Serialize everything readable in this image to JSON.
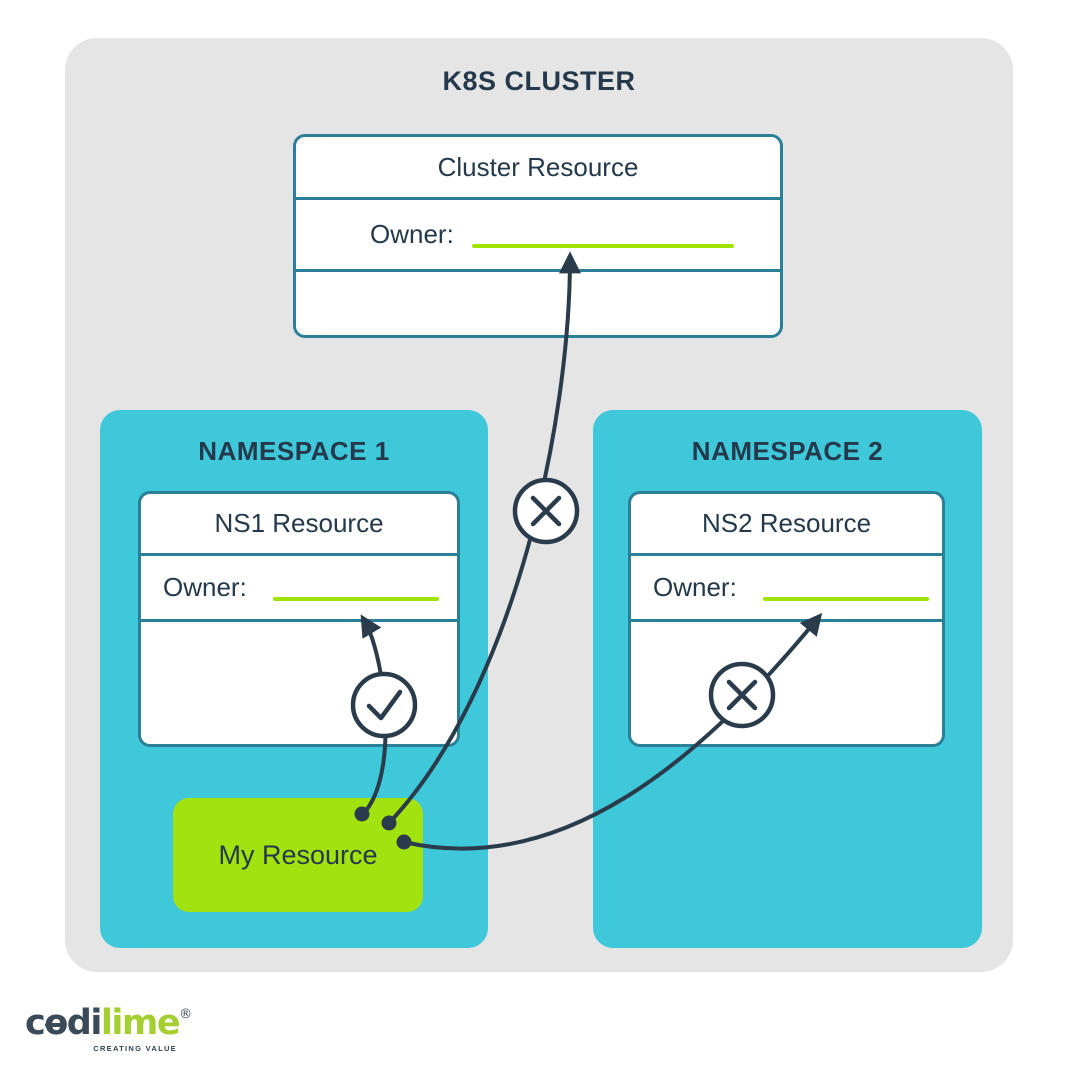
{
  "cluster": {
    "title": "K8S CLUSTER",
    "resource": {
      "title": "Cluster Resource",
      "owner_label": "Owner:"
    }
  },
  "namespaces": [
    {
      "title": "NAMESPACE 1",
      "resource": {
        "title": "NS1 Resource",
        "owner_label": "Owner:"
      }
    },
    {
      "title": "NAMESPACE 2",
      "resource": {
        "title": "NS2 Resource",
        "owner_label": "Owner:"
      }
    }
  ],
  "my_resource": {
    "label": "My Resource"
  },
  "relations": [
    {
      "from": "My Resource",
      "to": "NS1 Resource owner",
      "status": "allowed",
      "badge": "check-circle"
    },
    {
      "from": "My Resource",
      "to": "Cluster Resource owner",
      "status": "denied",
      "badge": "x-circle"
    },
    {
      "from": "My Resource",
      "to": "NS2 Resource owner",
      "status": "denied",
      "badge": "x-circle"
    }
  ],
  "logo": {
    "part_c": "c",
    "part_o": "o",
    "part_di": "di",
    "part_lime": "lime",
    "registered": "®",
    "tagline": "CREATING VALUE"
  },
  "colors": {
    "container_bg": "#E6E5E5",
    "namespace_bg": "#3EC8DA",
    "box_border": "#2B8098",
    "text_dark": "#24394B",
    "arrow": "#2A3C4C",
    "owner_line_green": "#9FE400",
    "my_resource_green": "#A2E20E",
    "logo_dark": "#3B4A57",
    "logo_lime": "#A5CE32"
  }
}
